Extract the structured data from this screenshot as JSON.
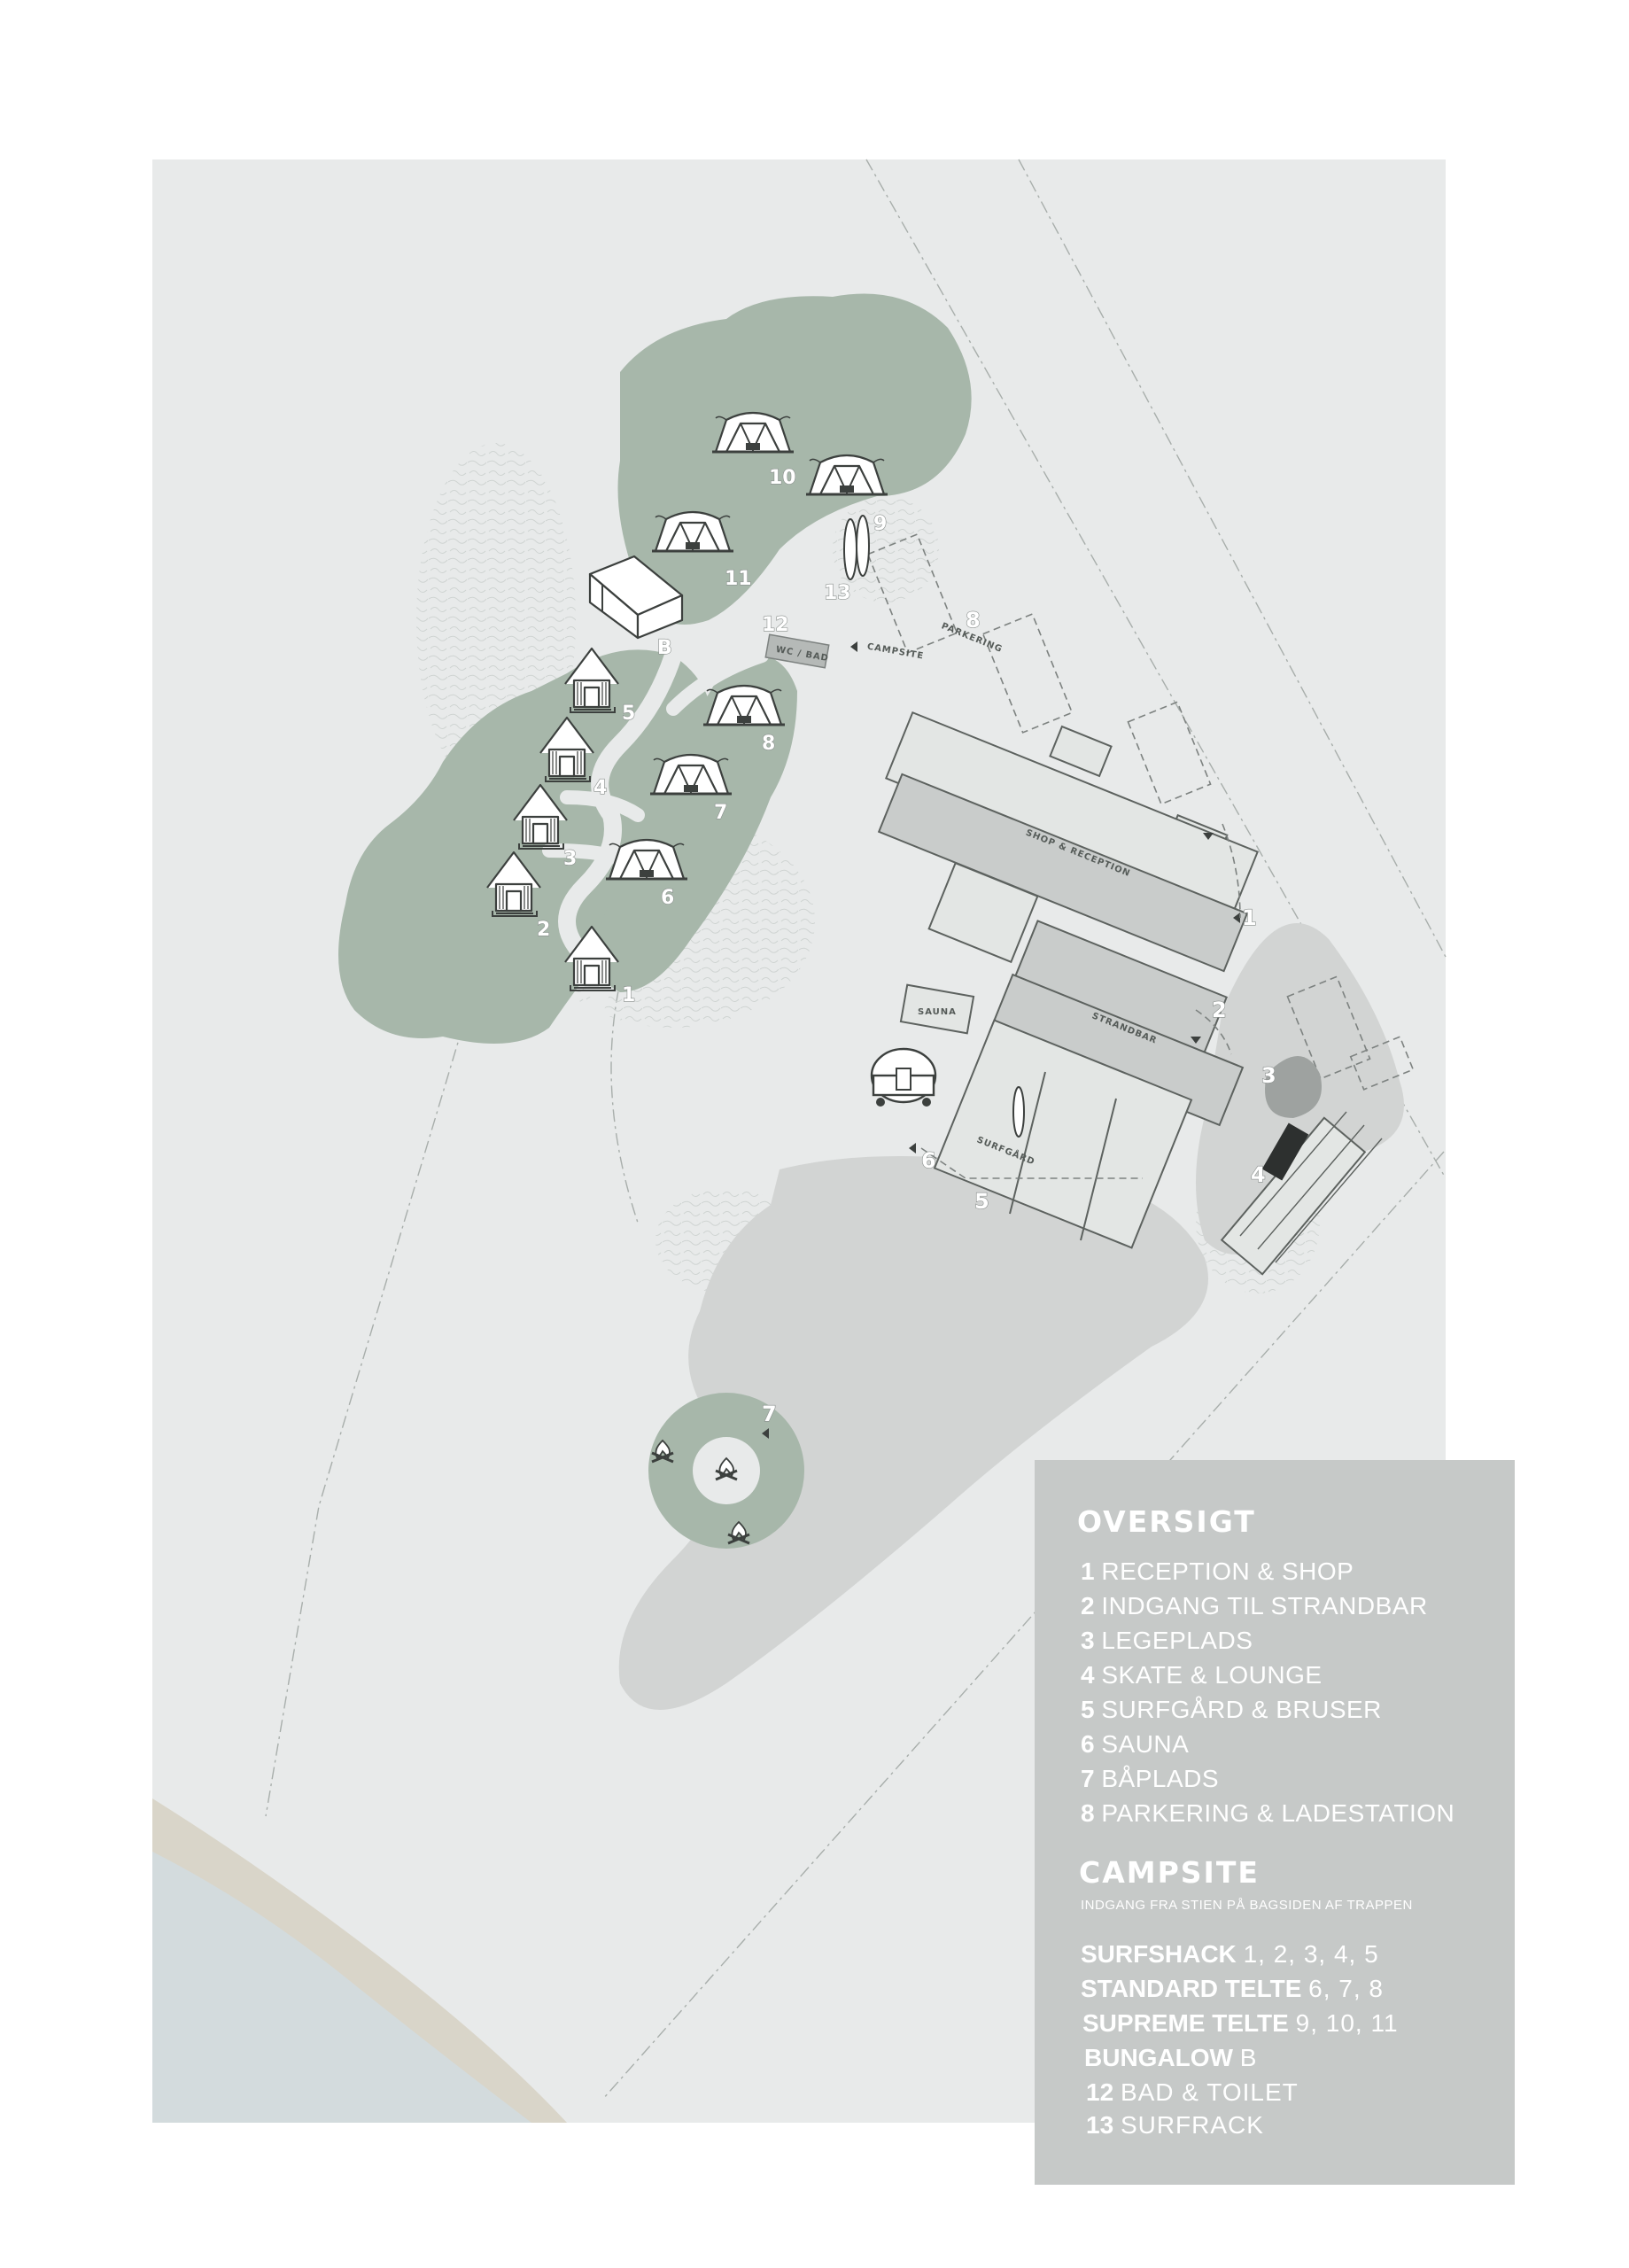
{
  "map_labels": {
    "buildings": {
      "shop_reception": "SHOP & RECEPTION",
      "strandbar": "STRANDBAR",
      "sauna": "SAUNA",
      "surfgaard": "SURFGÅRD",
      "wc_bad": "WC / BAD",
      "parkering": "PARKERING",
      "campsite": "CAMPSITE"
    },
    "facility_numbers": [
      "1",
      "2",
      "3",
      "4",
      "5",
      "6",
      "7",
      "8"
    ],
    "surfshack_numbers": [
      "1",
      "2",
      "3",
      "4",
      "5"
    ],
    "tent_numbers": [
      "6",
      "7",
      "8",
      "9",
      "10",
      "11"
    ],
    "bungalow_letter": "B",
    "extra_numbers": [
      "12",
      "13"
    ]
  },
  "legend": {
    "title": "OVERSIGT",
    "items": [
      {
        "num": "1",
        "text": "RECEPTION & SHOP"
      },
      {
        "num": "2",
        "text": "INDGANG TIL STRANDBAR"
      },
      {
        "num": "3",
        "text": "LEGEPLADS"
      },
      {
        "num": "4",
        "text": "SKATE & LOUNGE"
      },
      {
        "num": "5",
        "text": "SURFGÅRD & BRUSER"
      },
      {
        "num": "6",
        "text": "SAUNA"
      },
      {
        "num": "7",
        "text": "BÅPLADS"
      },
      {
        "num": "8",
        "text": "PARKERING & LADESTATION"
      }
    ],
    "campsite_title": "CAMPSITE",
    "campsite_subtitle": "INDGANG FRA STIEN PÅ BAGSIDEN AF TRAPPEN",
    "campsite_items": [
      {
        "name": "SURFSHACK",
        "nums": "1, 2, 3, 4, 5"
      },
      {
        "name": "STANDARD TELTE",
        "nums": "6, 7, 8"
      },
      {
        "name": "SUPREME TELTE",
        "nums": "9, 10, 11"
      },
      {
        "name": "BUNGALOW",
        "nums": "B"
      },
      {
        "name": "12",
        "nums": "BAD & TOILET"
      },
      {
        "name": "13",
        "nums": "SURFRACK"
      }
    ]
  },
  "colors": {
    "land": "#e8eaea",
    "greenery": "#a7b7aa",
    "beach_grey": "#d2d4d3",
    "sand": "#d9d5c9",
    "water": "#d3dbdd",
    "legend_bg": "#c6c9c8"
  }
}
